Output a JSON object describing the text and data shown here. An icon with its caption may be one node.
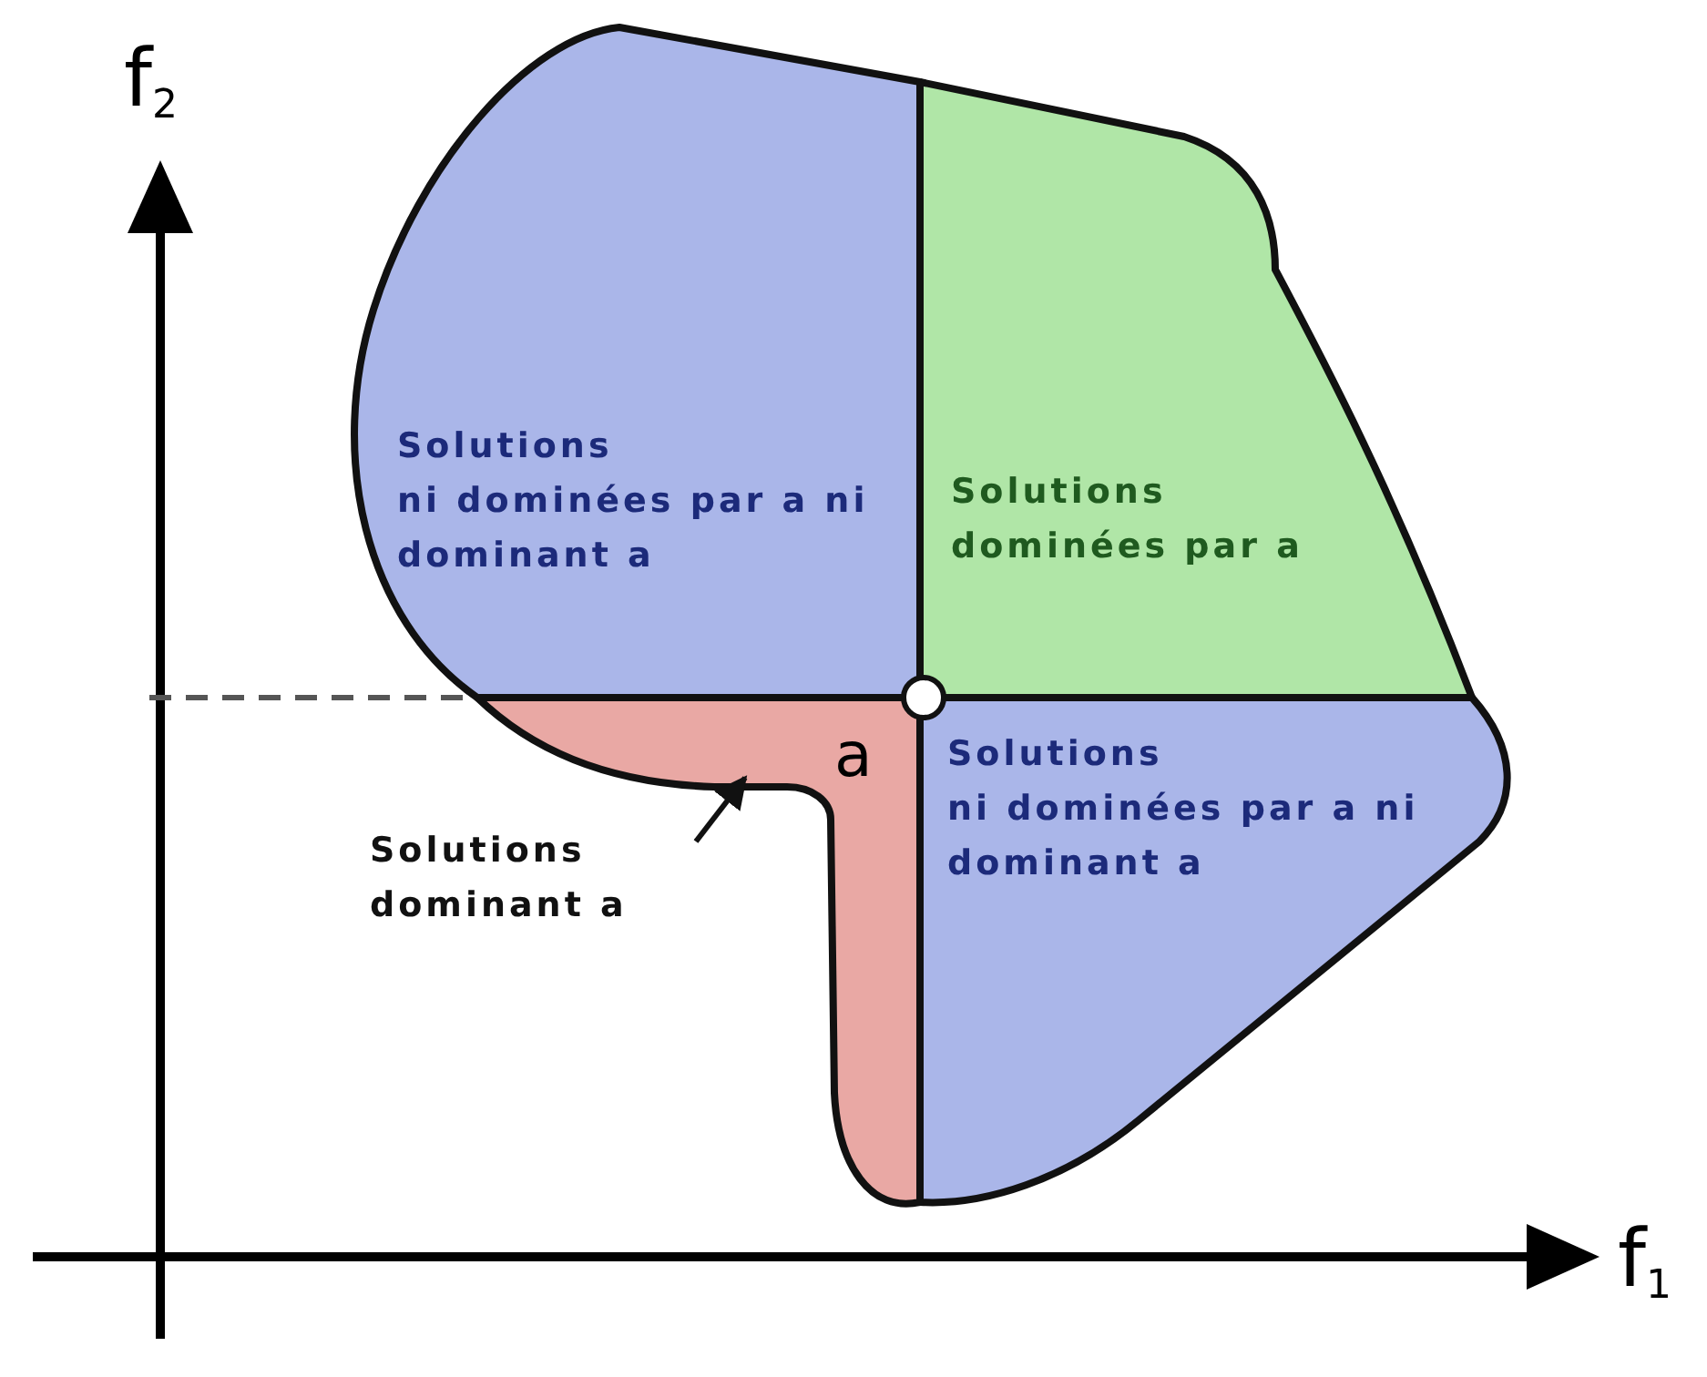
{
  "diagram": {
    "nodes": [
      {
        "text": [
          "Solutions",
          "ni dominées par a ni dominant a"
        ]
      },
      {
        "text": [
          "Solutions",
          "dominées par a"
        ]
      },
      {
        "text": [
          "Solutions",
          "ni dominées par a ni dominant a"
        ]
      },
      {
        "text": [],
        "shape": "blob"
      },
      {
        "text": [
          "Solutions",
          "dominant a"
        ]
      }
    ],
    "edges": [
      {
        "from": 4,
        "to": 3,
        "arrow": "to"
      }
    ],
    "labels": [
      "f$_{2}$",
      "f$_{1}$",
      "a"
    ]
  }
}
